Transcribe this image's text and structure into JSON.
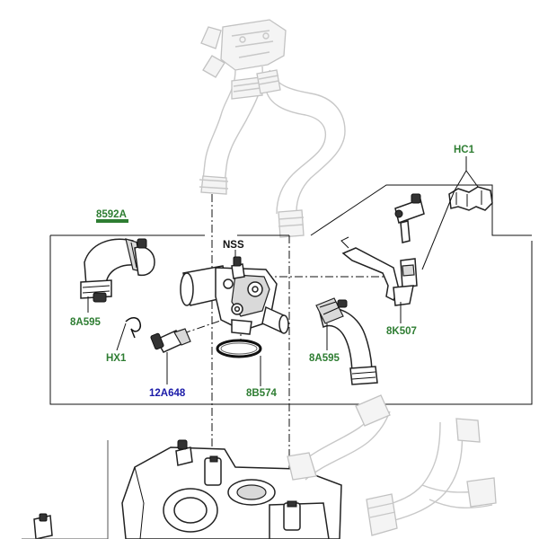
{
  "diagram": {
    "callouts": {
      "hose_assembly": "8592A",
      "hose_clamp_left": "8A595",
      "clip": "HX1",
      "temperature_sensor": "12A648",
      "not_serviced": "NSS",
      "gasket": "8B574",
      "hose_clamp_right": "8A595",
      "bleed_pipe": "8K507",
      "hose_clip": "HC1"
    },
    "colors": {
      "part_number_green": "#2e7d32",
      "part_number_blue": "#1a1aa8",
      "outline": "#222222",
      "ghost_outline": "#c8c8c8"
    }
  }
}
